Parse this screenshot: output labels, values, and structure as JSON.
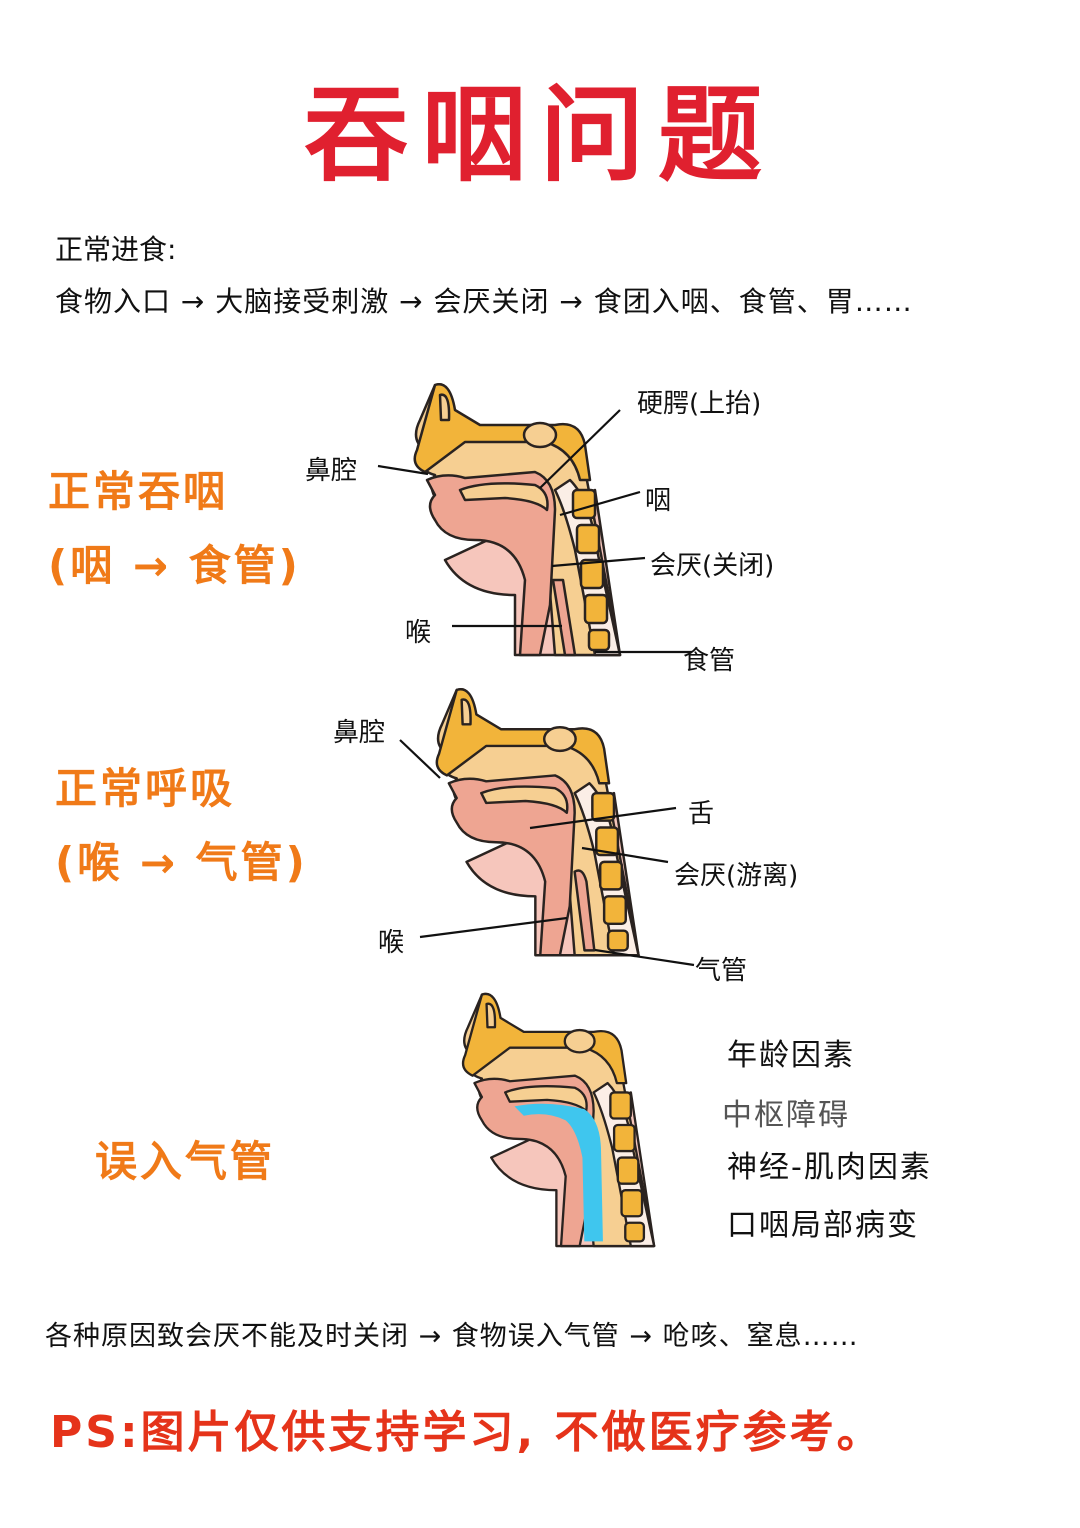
{
  "title": "吞咽问题",
  "colors": {
    "title": "#e0202f",
    "section_label": "#f07a18",
    "ps_note": "#e5331a",
    "bone": "#f2b43a",
    "soft_tissue": "#f6cf92",
    "mucosa": "#eea592",
    "neck_skin": "#f6c6bc",
    "vertebra_gap": "#fbeee6",
    "aspirated_fluid": "#3fc6ee",
    "outline": "#2a2320"
  },
  "intro": {
    "heading": "正常进食:",
    "flow": "食物入口 → 大脑接受刺激 → 会厌关闭 → 食团入咽、食管、胃……"
  },
  "sections": [
    {
      "label_line1": "正常吞咽",
      "label_line2": "(咽 → 食管)",
      "annotations": {
        "nasal_cavity": "鼻腔",
        "hard_palate": "硬腭(上抬)",
        "pharynx": "咽",
        "epiglottis": "会厌(关闭)",
        "larynx": "喉",
        "esophagus": "食管"
      }
    },
    {
      "label_line1": "正常呼吸",
      "label_line2": "(喉 → 气管)",
      "annotations": {
        "nasal_cavity": "鼻腔",
        "tongue": "舌",
        "epiglottis": "会厌(游离)",
        "larynx": "喉",
        "trachea": "气管"
      }
    },
    {
      "label_line1": "误入气管",
      "factors": [
        "年龄因素",
        "中枢障碍",
        "神经-肌肉因素",
        "口咽局部病变"
      ]
    }
  ],
  "bottom": {
    "flow": "各种原因致会厌不能及时关闭 → 食物误入气管 → 呛咳、窒息……",
    "ps_note": "PS:图片仅供支持学习, 不做医疗参考。"
  }
}
